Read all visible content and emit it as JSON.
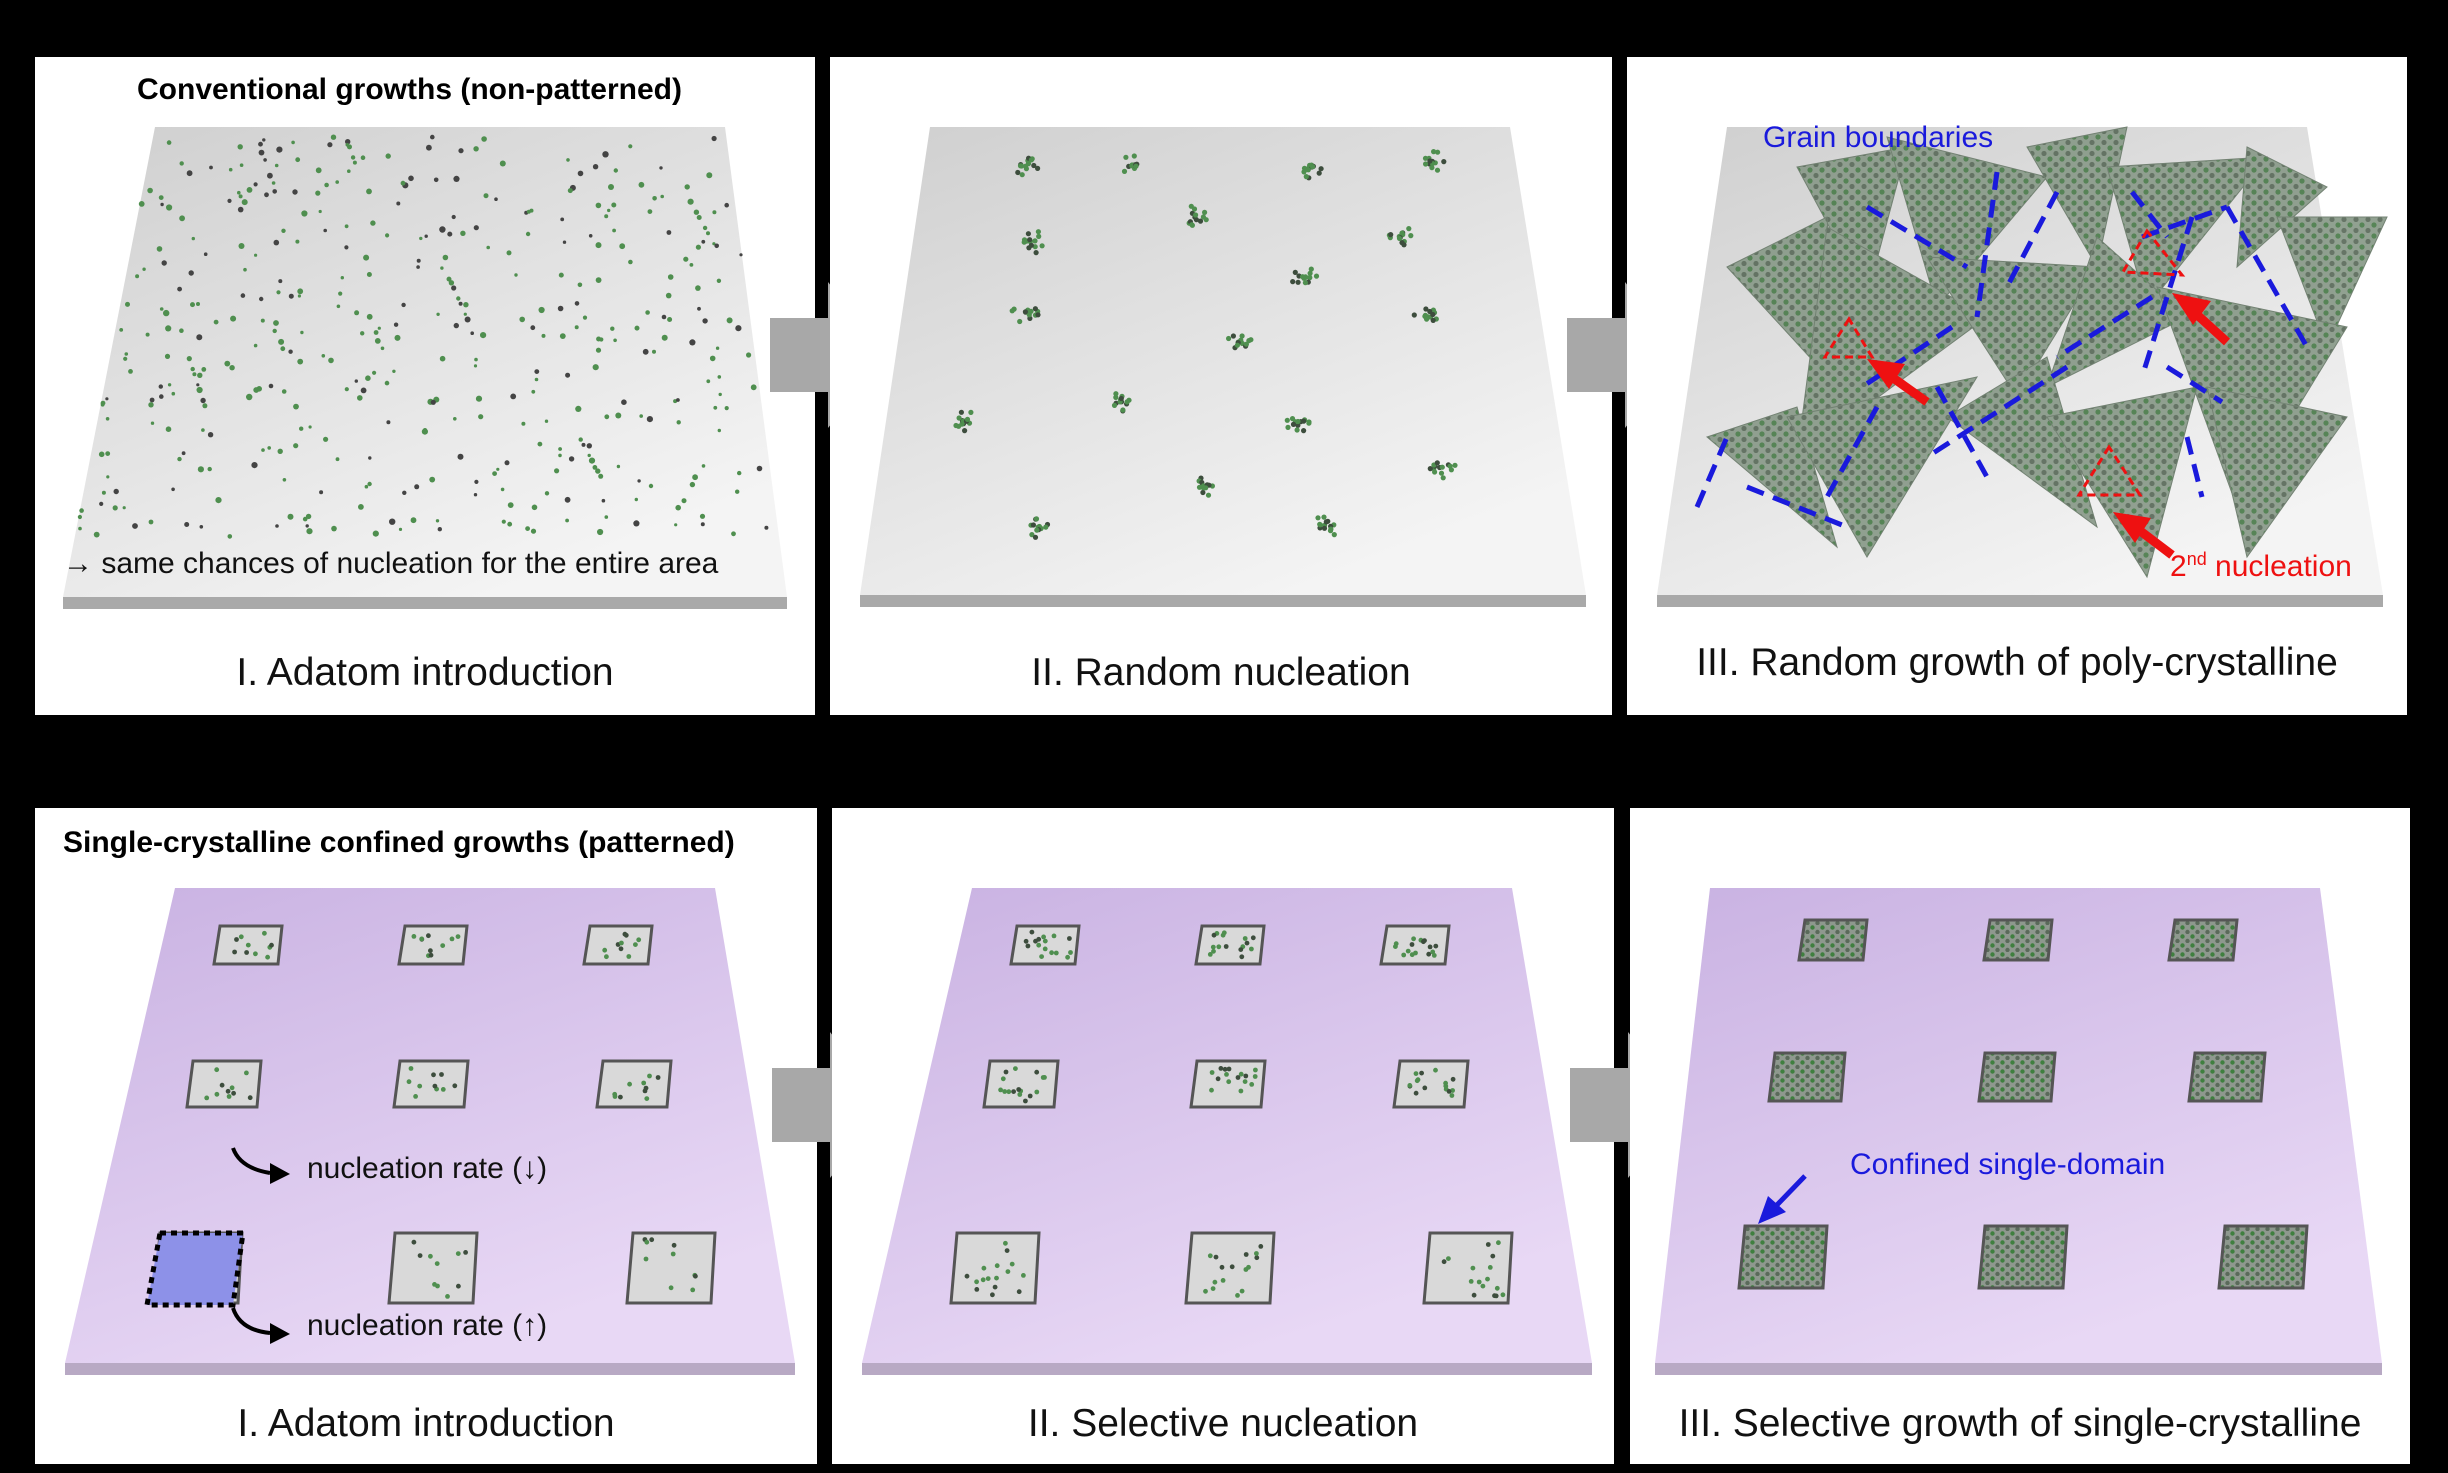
{
  "top": {
    "heading": "Conventional growths (non-patterned)",
    "note": "→ same chances of nucleation for the entire area",
    "grain_label": "Grain boundaries",
    "second_label": {
      "num": "2",
      "sup": "nd",
      "text": " nucleation"
    },
    "captions": [
      "I. Adatom introduction",
      "II. Random nucleation",
      "III. Random growth of poly-crystalline"
    ]
  },
  "bottom": {
    "heading": "Single-crystalline confined growths (patterned)",
    "rate_down": "nucleation rate (↓)",
    "rate_up": "nucleation rate (↑)",
    "confined_label": "Confined single-domain",
    "captions": [
      "I. Adatom introduction",
      "II. Selective nucleation",
      "III. Selective growth of single-crystalline"
    ]
  },
  "colors": {
    "boundary": "#1a1adc",
    "nucleation": "#ee1111",
    "substrate_purple": "#d8c2ec",
    "adatom": "#4f8f4f"
  }
}
